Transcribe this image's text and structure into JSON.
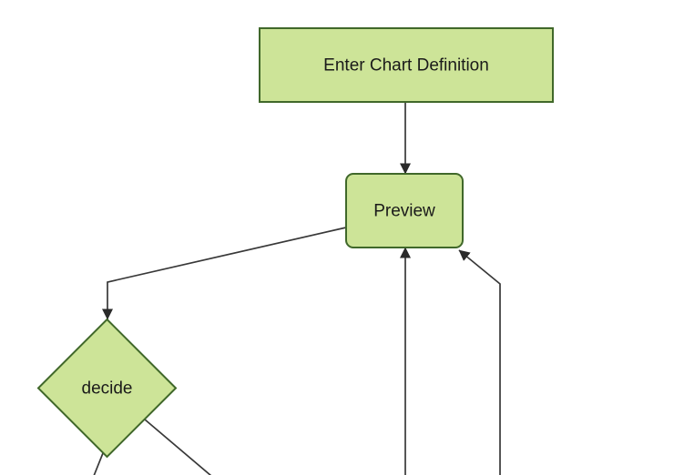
{
  "diagram": {
    "type": "flowchart",
    "background_color": "#ffffff",
    "colors": {
      "node_fill": "#cde498",
      "node_border": "#40682a",
      "edge_stroke": "#383838",
      "arrowhead_fill": "#2a2a2a",
      "label_text": "#1a1a1a"
    },
    "nodes": [
      {
        "id": "enter-chart-definition",
        "label": "Enter Chart Definition",
        "shape": "rectangle"
      },
      {
        "id": "preview",
        "label": "Preview",
        "shape": "rounded-rectangle"
      },
      {
        "id": "decide",
        "label": "decide",
        "shape": "diamond"
      }
    ],
    "edges": [
      {
        "from": "enter-chart-definition",
        "to": "preview",
        "arrowhead": true
      },
      {
        "from": "preview",
        "to": "decide",
        "arrowhead": true
      },
      {
        "from": "offscreen-bottom",
        "to": "preview",
        "arrowhead": true
      },
      {
        "from": "offscreen-bottom-right",
        "to": "preview",
        "arrowhead": true
      },
      {
        "from": "decide",
        "to": "offscreen-bottom-left",
        "arrowhead": false
      },
      {
        "from": "decide",
        "to": "offscreen-bottom-right",
        "arrowhead": false
      }
    ]
  }
}
